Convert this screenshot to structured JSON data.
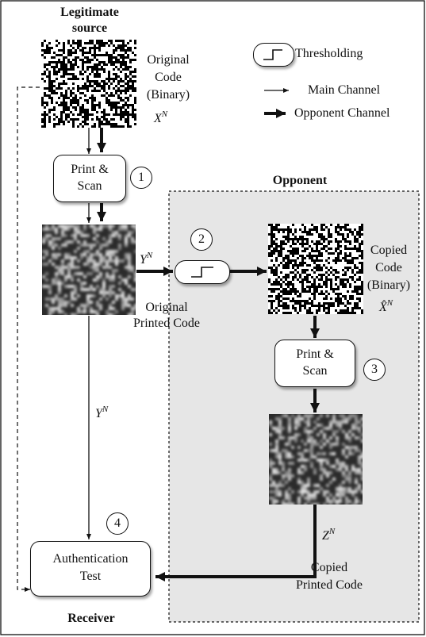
{
  "source": {
    "title_line1": "Legitimate",
    "title_line2": "source",
    "code_label": [
      "Original",
      "Code",
      "(Binary)"
    ],
    "code_var": "X",
    "code_sup": "N"
  },
  "legend": {
    "threshold": "Thresholding",
    "main": "Main Channel",
    "opponent": "Opponent Channel"
  },
  "print_scan_1": {
    "line1": "Print &",
    "line2": "Scan",
    "step": "1"
  },
  "printed": {
    "var": "Y",
    "sup": "N",
    "label": [
      "Original",
      "Printed Code"
    ]
  },
  "opponent": {
    "title": "Opponent",
    "threshold_step": "2",
    "copied_label": [
      "Copied",
      "Code",
      "(Binary)"
    ],
    "copied_var": "X̂",
    "copied_sup": "N",
    "print_scan_line1": "Print &",
    "print_scan_line2": "Scan",
    "print_scan_step": "3",
    "z_var": "Z",
    "z_sup": "N",
    "copied_printed": [
      "Copied",
      "Printed Code"
    ]
  },
  "main_path": {
    "var": "Y",
    "sup": "N"
  },
  "receiver": {
    "step": "4",
    "line1": "Authentication",
    "line2": "Test",
    "title": "Receiver"
  },
  "colors": {
    "opponent_bg": "#e6e6e6",
    "line": "#111111"
  }
}
